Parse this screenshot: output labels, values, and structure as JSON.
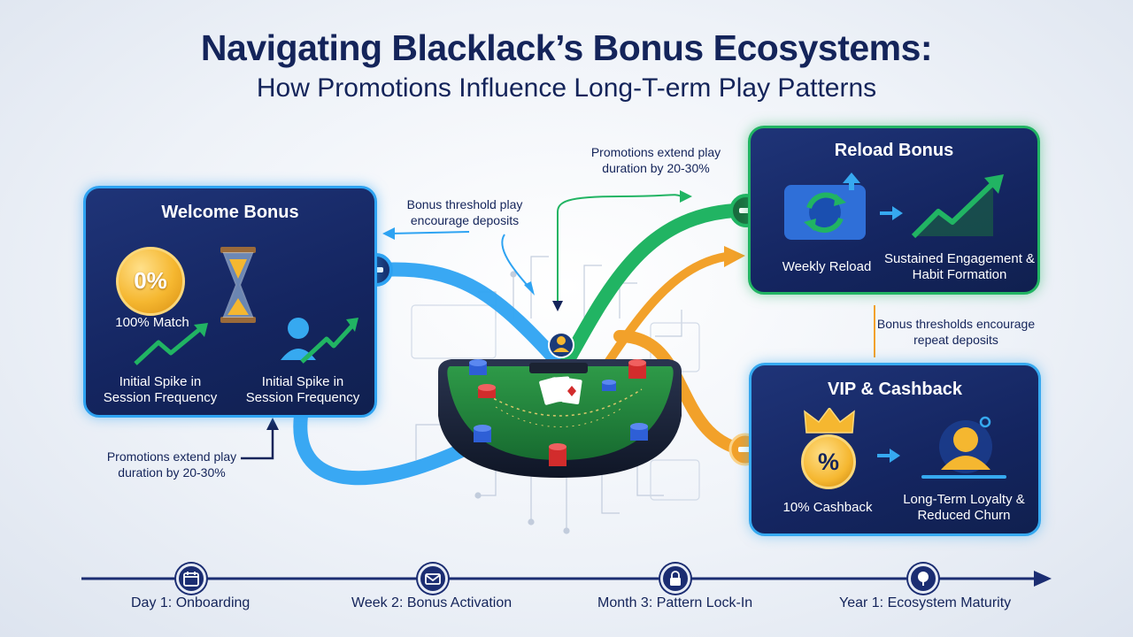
{
  "header": {
    "title": "Navigating Blacklack’s Bonus Ecosystems:",
    "subtitle": "How Promotions Influence Long-T-erm Play Patterns"
  },
  "welcome": {
    "title": "Welcome Bonus",
    "coin_label": "0%",
    "match_label": "100% Match",
    "spike_label_1": "Initial Spike in Session Frequency",
    "spike_label_2": "Initial Spike in Session Frequency"
  },
  "reload": {
    "title": "Reload Bonus",
    "weekly_label": "Weekly Reload",
    "engagement_label": "Sustained Engagement & Habit Formation"
  },
  "vip": {
    "title": "VIP & Cashback",
    "badge_label": "%",
    "cashback_label": "10% Cashback",
    "loyalty_label": "Long-Term Loyalty & Reduced Churn"
  },
  "annotations": {
    "top_right": "Promotions extend play duration by 20-30%",
    "top_center": "Bonus threshold play encourage deposits",
    "bottom_left": "Promotions extend play duration by 20-30%",
    "right_middle": "Bonus thresholds encourage repeat deposits"
  },
  "timeline": [
    {
      "label": "Day 1: Onboarding",
      "icon": "calendar-icon"
    },
    {
      "label": "Week 2: Bonus Activation",
      "icon": "envelope-icon"
    },
    {
      "label": "Month 3: Pattern Lock-In",
      "icon": "lock-icon"
    },
    {
      "label": "Year 1: Ecosystem Maturity",
      "icon": "tree-icon"
    }
  ],
  "colors": {
    "navy": "#14245a",
    "blue_flow": "#2ea3f2",
    "green_flow": "#21b463",
    "orange_flow": "#f2a12a",
    "gold": "#f5b730"
  }
}
